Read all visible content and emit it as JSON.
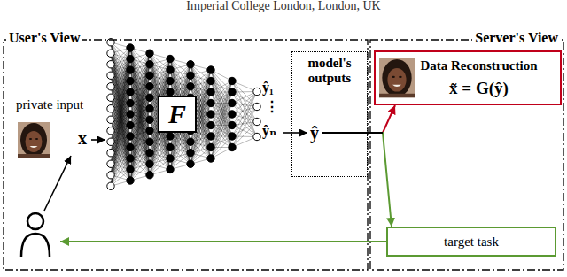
{
  "diagram": {
    "nodes": [
      {
        "text": [
          "User's View"
        ]
      },
      {
        "text": [
          "F"
        ],
        "in": 0
      },
      {
        "text": [
          "model's outputs",
          "ŷ"
        ],
        "in": 0
      },
      {
        "text": [
          "Server's View"
        ]
      },
      {
        "text": [
          "Data Reconstruction",
          "x̃ = G(ŷ)"
        ],
        "in": 3
      },
      {
        "text": [
          "target task"
        ],
        "in": 3
      }
    ],
    "edges": [
      {
        "from": 2,
        "to": 4,
        "arrow": "to"
      },
      {
        "from": 2,
        "to": 5,
        "arrow": "to"
      }
    ],
    "labels": [
      "Imperial College London, London, UK",
      "private input",
      "x",
      "ŷ₁",
      "⋮",
      "ŷₙ"
    ]
  }
}
